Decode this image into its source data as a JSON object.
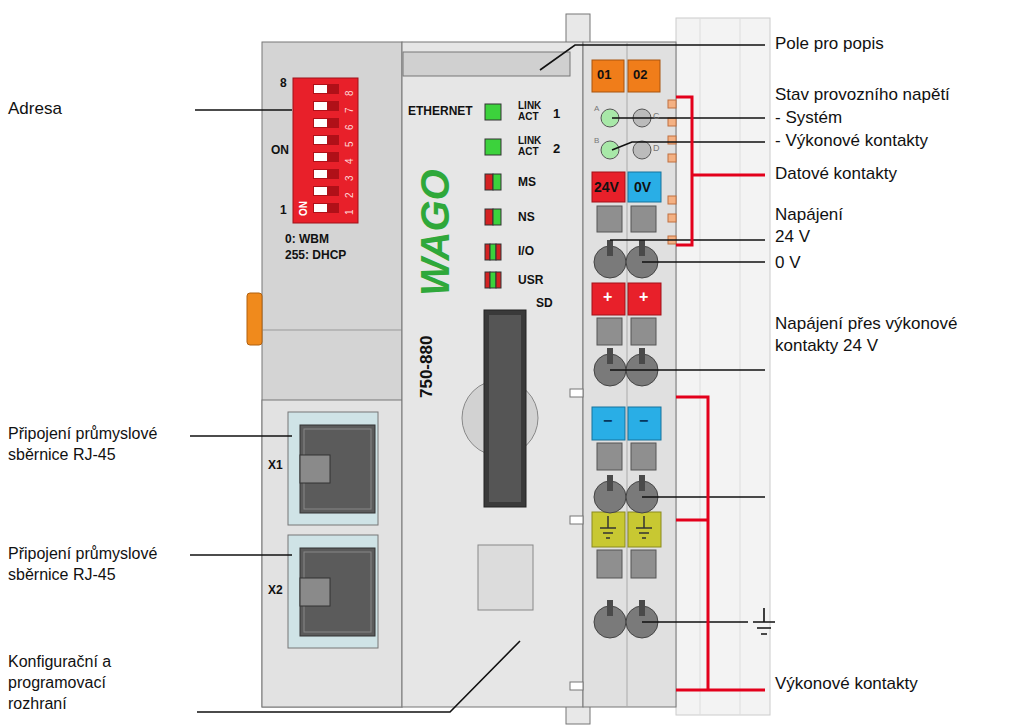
{
  "diagram": {
    "labels": [
      "Adresa",
      "Připojení průmyslové sběrnice RJ-45",
      "Připojení průmyslové sběrnice RJ-45",
      "Konfigurační a programovací rozhraní",
      "Pole pro popis",
      "Stav provozního napětí",
      "- Systém",
      "- Výkonové kontakty",
      "Datové kontakty",
      "Napájení 24 V",
      "0 V",
      "Napájení přes výkonové kontakty 24 V",
      "Výkonové kontakty",
      "8",
      "ON",
      "1",
      "0: WBM",
      "255: DHCP",
      "ON",
      "1",
      "2",
      "3",
      "4",
      "5",
      "6",
      "7",
      "8",
      "ETHERNET",
      "LINK ACT",
      "1",
      "LINK ACT",
      "2",
      "MS",
      "NS",
      "I/O",
      "USR",
      "SD",
      "WAGO",
      "750-880",
      "X1",
      "X2",
      "01",
      "02",
      "A",
      "C",
      "B",
      "D",
      "24V",
      "0V",
      "+",
      "+",
      "−",
      "−"
    ]
  }
}
